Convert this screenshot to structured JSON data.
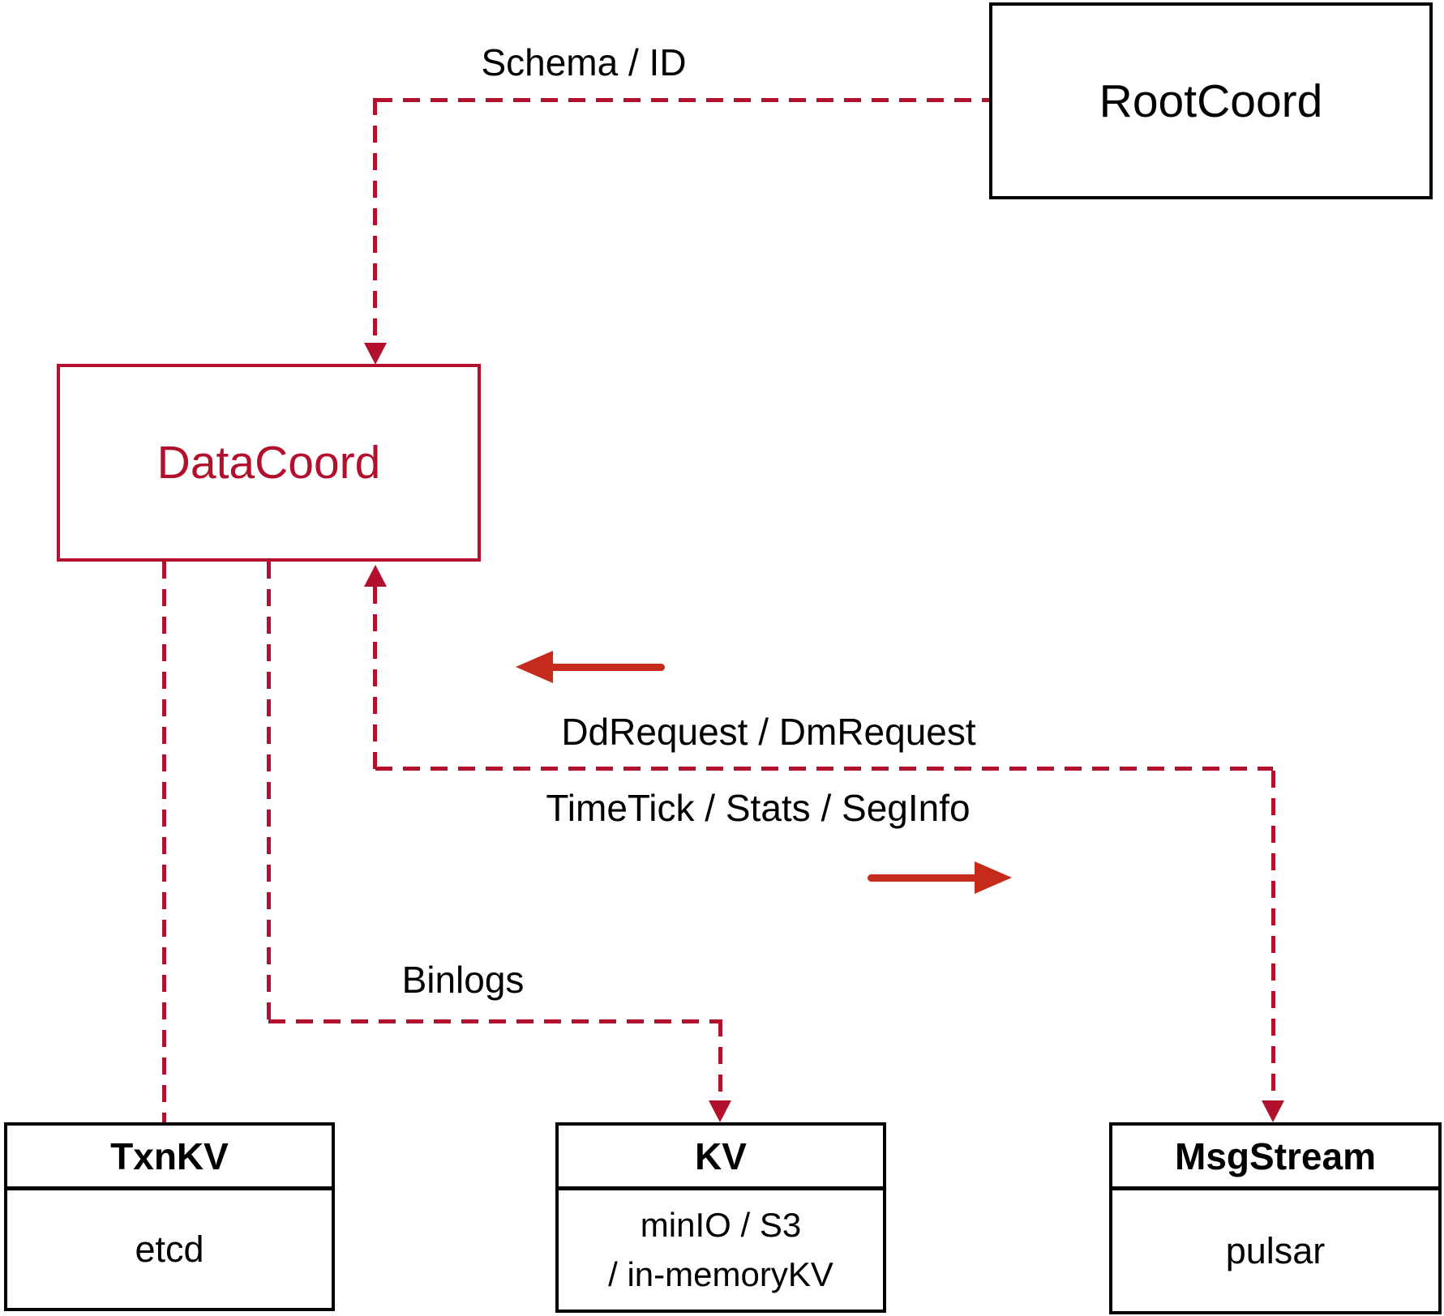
{
  "nodes": {
    "rootcoord": {
      "label": "RootCoord"
    },
    "datacoord": {
      "label": "DataCoord"
    },
    "txnkv": {
      "title": "TxnKV",
      "body": "etcd"
    },
    "kv": {
      "title": "KV",
      "body_line1": "minIO / S3",
      "body_line2": "/ in-memoryKV"
    },
    "msgstream": {
      "title": "MsgStream",
      "body": "pulsar"
    }
  },
  "edge_labels": {
    "schema_id": "Schema / ID",
    "dd_request": "DdRequest / DmRequest",
    "timetick": "TimeTick / Stats / SegInfo",
    "binlogs": "Binlogs"
  },
  "colors": {
    "dashed_line": "#b3102e",
    "datacoord_red": "#b3102e",
    "solid_arrow": "#c62a1a",
    "box_border": "#000000",
    "text": "#000000",
    "background": "#ffffff"
  }
}
